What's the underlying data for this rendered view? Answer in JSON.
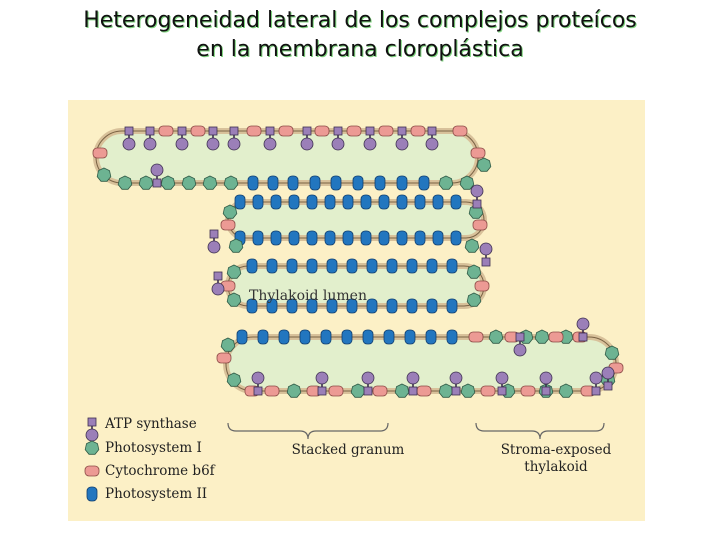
{
  "title": {
    "line1": "Heterogeneidad lateral de los complejos proteícos",
    "line2": "en la membrana cloroplástica"
  },
  "diagram": {
    "lumen_label": "Thylakoid lumen",
    "brace_left_label": "Stacked granum",
    "brace_right_label_line1": "Stroma-exposed",
    "brace_right_label_line2": "thylakoid"
  },
  "legend": {
    "items": [
      {
        "label": "ATP synthase",
        "icon": "atp-synthase-icon"
      },
      {
        "label": "Photosystem I",
        "icon": "photosystem-i-icon"
      },
      {
        "label": "Cytochrome b6f",
        "icon": "cytochrome-b6f-icon"
      },
      {
        "label": "Photosystem II",
        "icon": "photosystem-ii-icon"
      }
    ]
  },
  "colors": {
    "background": "#fcf0c6",
    "lumen": "#e2efcc",
    "membrane": "#d8c19a",
    "atp_synthase": "#9b7fb8",
    "photosystem_i": "#6db392",
    "cytochrome_b6f": "#ec9a94",
    "photosystem_ii": "#2276bf"
  }
}
